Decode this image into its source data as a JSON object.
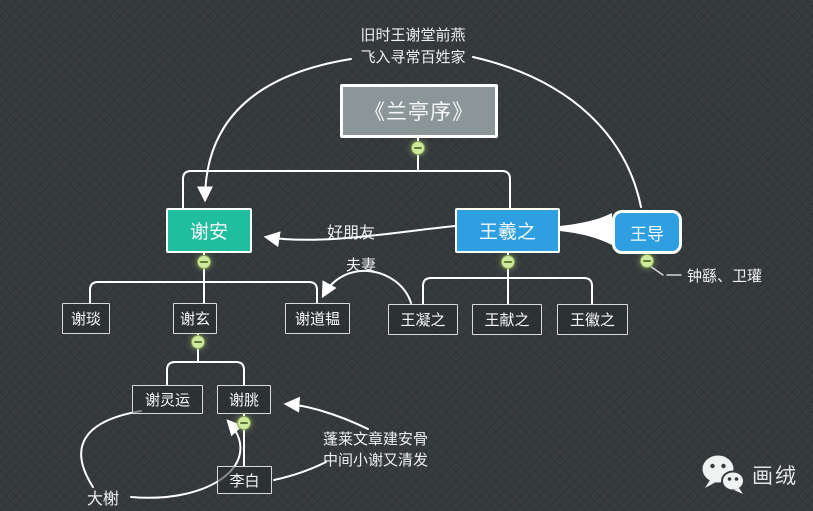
{
  "canvas": {
    "background_color": "#363b3e",
    "line_color": "#ffffff"
  },
  "poem_top": {
    "line1": "旧时王谢堂前燕",
    "line2": "飞入寻常百姓家"
  },
  "root": {
    "label": "《兰亭序》",
    "fill": "#8b9698"
  },
  "nodes": {
    "xiean": {
      "label": "谢安",
      "fill": "#1fbe9f"
    },
    "wangxizhi": {
      "label": "王羲之",
      "fill": "#2e9fe0"
    },
    "wangdao": {
      "label": "王导",
      "fill": "#2e9fe0"
    },
    "xieyan": {
      "label": "谢琰"
    },
    "xiexuan": {
      "label": "谢玄"
    },
    "xiedaoyun": {
      "label": "谢道韫"
    },
    "wangningzhi": {
      "label": "王凝之"
    },
    "wangxianzhi": {
      "label": "王献之"
    },
    "wanghuizhi": {
      "label": "王徽之"
    },
    "xielingyun": {
      "label": "谢灵运"
    },
    "xietiao": {
      "label": "谢朓"
    },
    "libai": {
      "label": "李白"
    }
  },
  "edge_labels": {
    "friend": "好朋友",
    "couple": "夫妻"
  },
  "annotations": {
    "wangdao_note": "钟繇、卫瓘",
    "daxie": "大榭",
    "poem_bottom_line1": "蓬莱文章建安骨",
    "poem_bottom_line2": "中间小谢又清发"
  },
  "watermark": {
    "label": "画绒"
  },
  "collapse_icon": {
    "fill": "#cfe99e",
    "stroke": "#5d7c33"
  }
}
